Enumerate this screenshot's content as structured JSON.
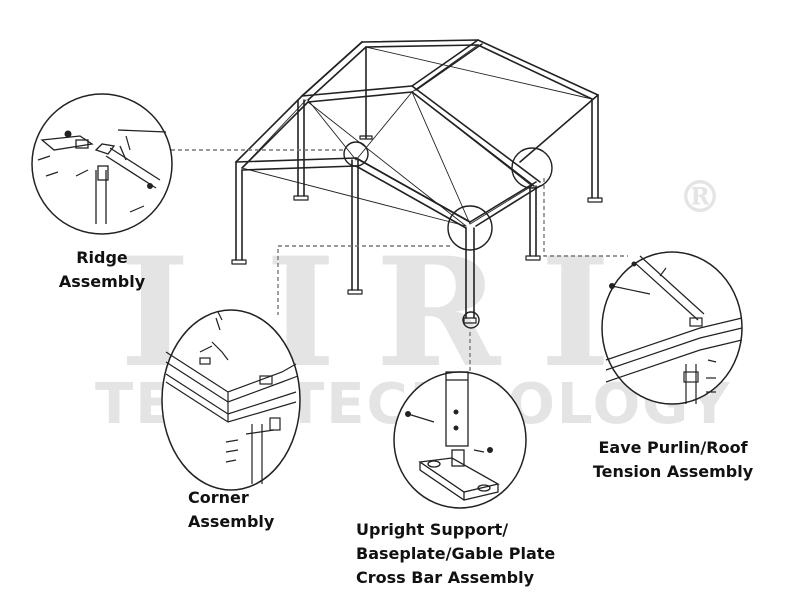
{
  "watermark": {
    "brand": "LIRI",
    "subtitle": "TENT TECHNOLOGY",
    "registered_mark": "®"
  },
  "labels": {
    "ridge": [
      "Ridge",
      "Assembly"
    ],
    "corner": [
      "Corner",
      "Assembly"
    ],
    "upright": [
      "Upright Support/",
      "Baseplate/Gable Plate",
      "Cross Bar Assembly"
    ],
    "eave": [
      "Eave Purlin/Roof",
      "Tension Assembly"
    ]
  },
  "colors": {
    "line": "#222222",
    "leader": "#777777",
    "watermark": "#e4e4e4"
  }
}
